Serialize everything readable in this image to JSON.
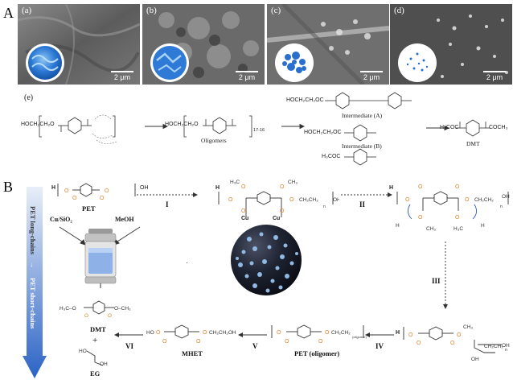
{
  "panel_A": {
    "label": "A",
    "sem_images": [
      {
        "label": "(a)",
        "scale": "2 μm",
        "tone": "#6e6e6e"
      },
      {
        "label": "(b)",
        "scale": "2 μm",
        "tone": "#5d5d5d"
      },
      {
        "label": "(c)",
        "scale": "2 μm",
        "tone": "#6a6a6a"
      },
      {
        "label": "(d)",
        "scale": "2 μm",
        "tone": "#4e4e4e"
      }
    ],
    "scheme_e": {
      "label": "(e)",
      "start_formula": "HOCH₂CH₂O",
      "oligomers": "Oligomers",
      "oligomer_subscript": "17-16",
      "intermediate_a": "Intermediate (A)",
      "intermediate_b": "Intermediate (B)",
      "product": "DMT",
      "formula_a": "HOCH₂CH₂OC",
      "formula_b": "HOCH₂CH₂OC",
      "formula_c": "H₃COC",
      "formula_dmt_left": "H₃COC",
      "formula_dmt_right": "COCH₃"
    }
  },
  "panel_B": {
    "label": "B",
    "reactant": "PET",
    "catalyst": "Cu/SiO₂",
    "solvent": "MeOH",
    "product_dmt": "DMT",
    "plus": "+",
    "product_eg": "EG",
    "mhet": "MHET",
    "pet_oligomer": "PET (oligomer)",
    "arrow_label_top": "PET long-chains",
    "arrow_label_bottom": "PET short-chains",
    "arrow_sep": "→",
    "steps": [
      "I",
      "II",
      "III",
      "IV",
      "V",
      "VI"
    ],
    "metal": "Cu",
    "formula_h3c_o": "H₃C–O",
    "formula_ch3": "CH₃",
    "formula_oh": "OH",
    "formula_ho": "HO",
    "formula_h3c": "H₃C",
    "subscript_n": "n",
    "subscript_oligomer": "(oligomer)",
    "dot": "·"
  },
  "colors": {
    "arrow_top": "#e8eef8",
    "arrow_bottom": "#2b63c5",
    "ester_orange": "#e3862b",
    "hydrogen_blue": "#1b46c8",
    "sphere": "#1b1f2b",
    "particle": "#8fb8e2"
  }
}
